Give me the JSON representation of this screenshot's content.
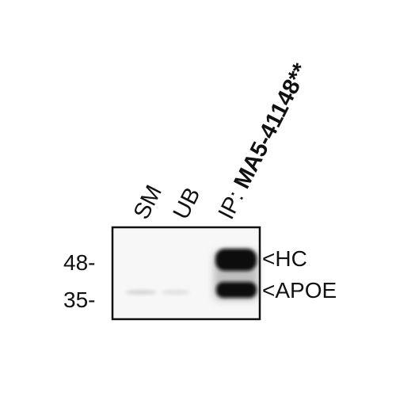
{
  "lane_labels": {
    "sm": "SM",
    "ub": "UB",
    "ip_prefix": "IP: ",
    "ip_antibody": "MA5-41148**"
  },
  "markers": [
    {
      "label": "48-"
    },
    {
      "label": "35-"
    }
  ],
  "bands": {
    "hc": "<HC",
    "apoe": "<APOE"
  },
  "colors": {
    "background": "#ffffff",
    "membrane": "#f7f7f7",
    "border": "#111111",
    "band": "#0a0a0a"
  }
}
